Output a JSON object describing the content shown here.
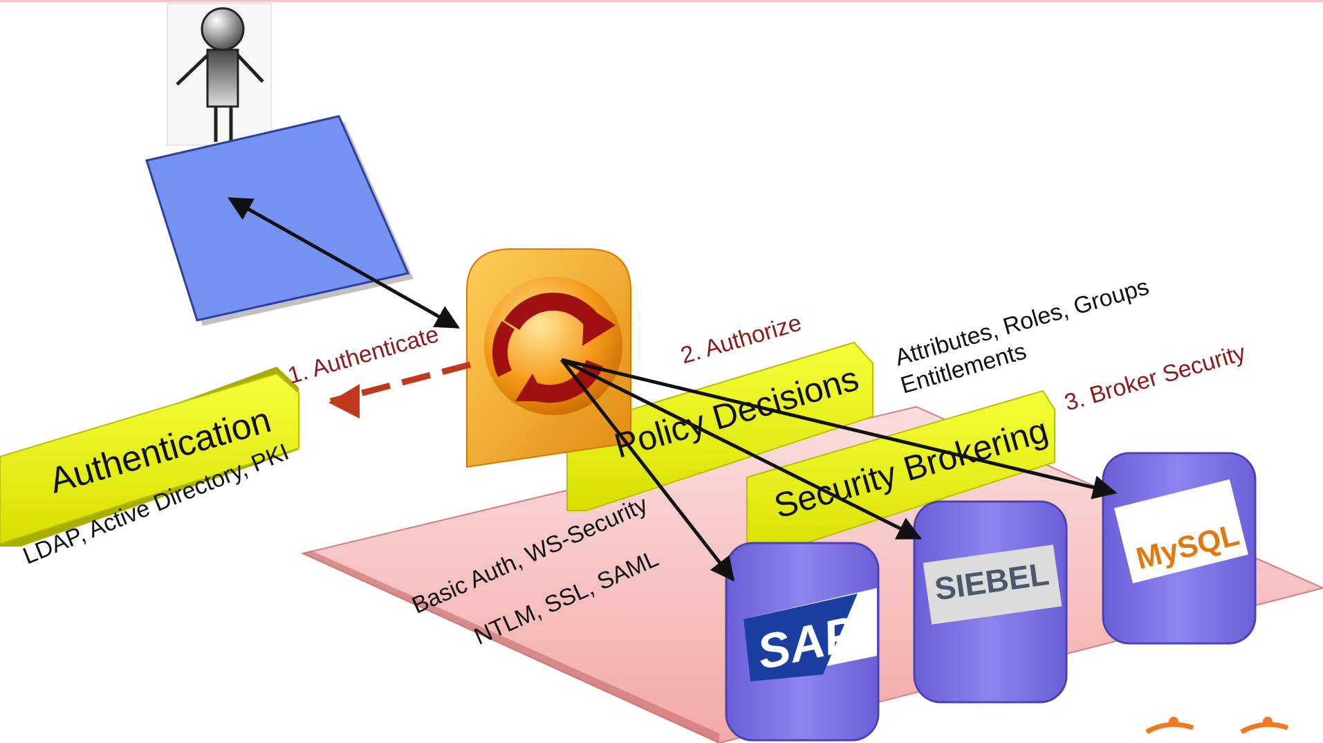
{
  "labels": {
    "step1": "1. Authenticate",
    "step2": "2.  Authorize",
    "step3": "3. Broker Security"
  },
  "bars": {
    "authentication": "Authentication",
    "policy": "Policy Decisions",
    "brokering": "Security Brokering"
  },
  "notes": {
    "auth_line": "LDAP, Active Directory, PKI",
    "attr_line1": "Attributes, Roles, Groups",
    "attr_line2": "Entitlements",
    "proto_line1": "Basic Auth,  WS-Security",
    "proto_line2": "NTLM,  SSL,  SAML"
  },
  "apps": {
    "sap": "SAP",
    "siebel": "SIEBEL",
    "mysql": "MySQL"
  },
  "colors": {
    "bar_yellow": "#e8f000",
    "server_purple": "#7a6fe0",
    "platform_pink": "#f4b8b8",
    "screen_blue": "#6f8ff0",
    "hub_orange": "#f5a623",
    "hub_red": "#a01010",
    "label_red": "#8b1a1a",
    "dashed_arrow": "#c0391b"
  }
}
